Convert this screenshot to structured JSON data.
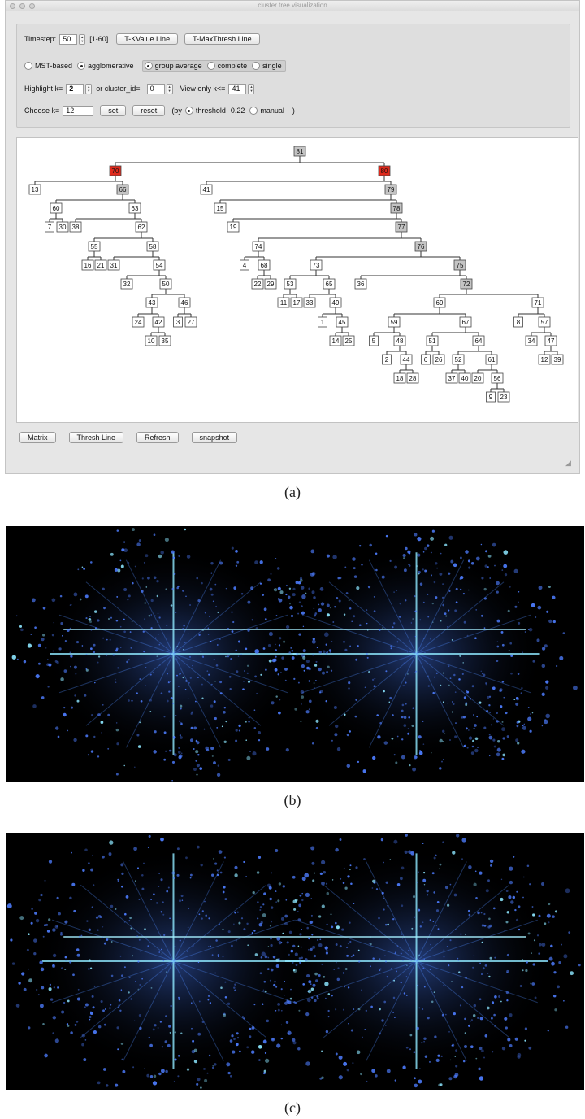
{
  "window": {
    "title": "cluster tree visualization"
  },
  "controls": {
    "timestep_label": "Timestep:",
    "timestep_value": "50",
    "timestep_range": "[1-60]",
    "tkvalue_button": "T-KValue Line",
    "tmaxthresh_button": "T-MaxThresh Line",
    "method_mst": "MST-based",
    "method_agglomerative": "agglomerative",
    "linkage_group_average": "group average",
    "linkage_complete": "complete",
    "linkage_single": "single",
    "highlight_label": "Highlight k=",
    "highlight_value": "2",
    "cluster_id_label": "or cluster_id=",
    "cluster_id_value": "0",
    "view_only_label": "View only k<=",
    "view_only_value": "41",
    "choose_k_label": "Choose k=",
    "choose_k_value": "12",
    "set_button": "set",
    "reset_button": "reset",
    "by_label": "(by",
    "threshold_label": "threshold",
    "threshold_value": "0.22",
    "manual_label": "manual",
    "close_paren": ")"
  },
  "bottom_buttons": {
    "matrix": "Matrix",
    "thresh_line": "Thresh Line",
    "refresh": "Refresh",
    "snapshot": "snapshot"
  },
  "captions": {
    "a": "(a)",
    "b": "(b)",
    "c": "(c)"
  },
  "colors": {
    "highlight": "#e02a1c",
    "gray_node": "#c4c4c4",
    "white_node": "#ffffff"
  },
  "tree": {
    "nodes": [
      {
        "label": "81",
        "parent": "",
        "style": "gray"
      },
      {
        "label": "70",
        "parent": "81",
        "style": "red"
      },
      {
        "label": "80",
        "parent": "81",
        "style": "red"
      },
      {
        "label": "13",
        "parent": "70",
        "style": "white"
      },
      {
        "label": "66",
        "parent": "70",
        "style": "gray"
      },
      {
        "label": "60",
        "parent": "66",
        "style": "white"
      },
      {
        "label": "63",
        "parent": "66",
        "style": "white"
      },
      {
        "label": "7",
        "parent": "60",
        "style": "white"
      },
      {
        "label": "30",
        "parent": "60",
        "style": "white"
      },
      {
        "label": "38",
        "parent": "63",
        "style": "white"
      },
      {
        "label": "62",
        "parent": "63",
        "style": "white"
      },
      {
        "label": "55",
        "parent": "62",
        "style": "white"
      },
      {
        "label": "58",
        "parent": "62",
        "style": "white"
      },
      {
        "label": "16",
        "parent": "55",
        "style": "white"
      },
      {
        "label": "21",
        "parent": "55",
        "style": "white"
      },
      {
        "label": "31",
        "parent": "58",
        "style": "white"
      },
      {
        "label": "54",
        "parent": "58",
        "style": "white"
      },
      {
        "label": "32",
        "parent": "54",
        "style": "white"
      },
      {
        "label": "50",
        "parent": "54",
        "style": "white"
      },
      {
        "label": "43",
        "parent": "50",
        "style": "white"
      },
      {
        "label": "46",
        "parent": "50",
        "style": "white"
      },
      {
        "label": "24",
        "parent": "43",
        "style": "white"
      },
      {
        "label": "42",
        "parent": "43",
        "style": "white"
      },
      {
        "label": "10",
        "parent": "42",
        "style": "white"
      },
      {
        "label": "35",
        "parent": "42",
        "style": "white"
      },
      {
        "label": "3",
        "parent": "46",
        "style": "white"
      },
      {
        "label": "27",
        "parent": "46",
        "style": "white"
      },
      {
        "label": "41",
        "parent": "80",
        "style": "white"
      },
      {
        "label": "79",
        "parent": "80",
        "style": "gray"
      },
      {
        "label": "15",
        "parent": "79",
        "style": "white"
      },
      {
        "label": "78",
        "parent": "79",
        "style": "gray"
      },
      {
        "label": "19",
        "parent": "78",
        "style": "white"
      },
      {
        "label": "77",
        "parent": "78",
        "style": "gray"
      },
      {
        "label": "74",
        "parent": "77",
        "style": "white"
      },
      {
        "label": "76",
        "parent": "77",
        "style": "gray"
      },
      {
        "label": "4",
        "parent": "74",
        "style": "white"
      },
      {
        "label": "68",
        "parent": "74",
        "style": "white"
      },
      {
        "label": "22",
        "parent": "68",
        "style": "white"
      },
      {
        "label": "29",
        "parent": "68",
        "style": "white"
      },
      {
        "label": "73",
        "parent": "76",
        "style": "white"
      },
      {
        "label": "75",
        "parent": "76",
        "style": "gray"
      },
      {
        "label": "53",
        "parent": "73",
        "style": "white"
      },
      {
        "label": "65",
        "parent": "73",
        "style": "white"
      },
      {
        "label": "11",
        "parent": "53",
        "style": "white"
      },
      {
        "label": "17",
        "parent": "53",
        "style": "white"
      },
      {
        "label": "33",
        "parent": "65",
        "style": "white"
      },
      {
        "label": "49",
        "parent": "65",
        "style": "white"
      },
      {
        "label": "1",
        "parent": "49",
        "style": "white"
      },
      {
        "label": "45",
        "parent": "49",
        "style": "white"
      },
      {
        "label": "14",
        "parent": "45",
        "style": "white"
      },
      {
        "label": "25",
        "parent": "45",
        "style": "white"
      },
      {
        "label": "36",
        "parent": "75",
        "style": "white"
      },
      {
        "label": "72",
        "parent": "75",
        "style": "gray"
      },
      {
        "label": "69",
        "parent": "72",
        "style": "white"
      },
      {
        "label": "71",
        "parent": "72",
        "style": "white"
      },
      {
        "label": "59",
        "parent": "69",
        "style": "white"
      },
      {
        "label": "67",
        "parent": "69",
        "style": "white"
      },
      {
        "label": "5",
        "parent": "59",
        "style": "white"
      },
      {
        "label": "48",
        "parent": "59",
        "style": "white"
      },
      {
        "label": "2",
        "parent": "48",
        "style": "white"
      },
      {
        "label": "44",
        "parent": "48",
        "style": "white"
      },
      {
        "label": "18",
        "parent": "44",
        "style": "white"
      },
      {
        "label": "28",
        "parent": "44",
        "style": "white"
      },
      {
        "label": "51",
        "parent": "67",
        "style": "white"
      },
      {
        "label": "64",
        "parent": "67",
        "style": "white"
      },
      {
        "label": "6",
        "parent": "51",
        "style": "white"
      },
      {
        "label": "26",
        "parent": "51",
        "style": "white"
      },
      {
        "label": "52",
        "parent": "64",
        "style": "white"
      },
      {
        "label": "61",
        "parent": "64",
        "style": "white"
      },
      {
        "label": "37",
        "parent": "52",
        "style": "white"
      },
      {
        "label": "40",
        "parent": "52",
        "style": "white"
      },
      {
        "label": "20",
        "parent": "61",
        "style": "white"
      },
      {
        "label": "56",
        "parent": "61",
        "style": "white"
      },
      {
        "label": "9",
        "parent": "56",
        "style": "white"
      },
      {
        "label": "23",
        "parent": "56",
        "style": "white"
      },
      {
        "label": "8",
        "parent": "71",
        "style": "white"
      },
      {
        "label": "57",
        "parent": "71",
        "style": "white"
      },
      {
        "label": "34",
        "parent": "57",
        "style": "white"
      },
      {
        "label": "47",
        "parent": "57",
        "style": "white"
      },
      {
        "label": "12",
        "parent": "47",
        "style": "white"
      },
      {
        "label": "39",
        "parent": "47",
        "style": "white"
      }
    ]
  }
}
